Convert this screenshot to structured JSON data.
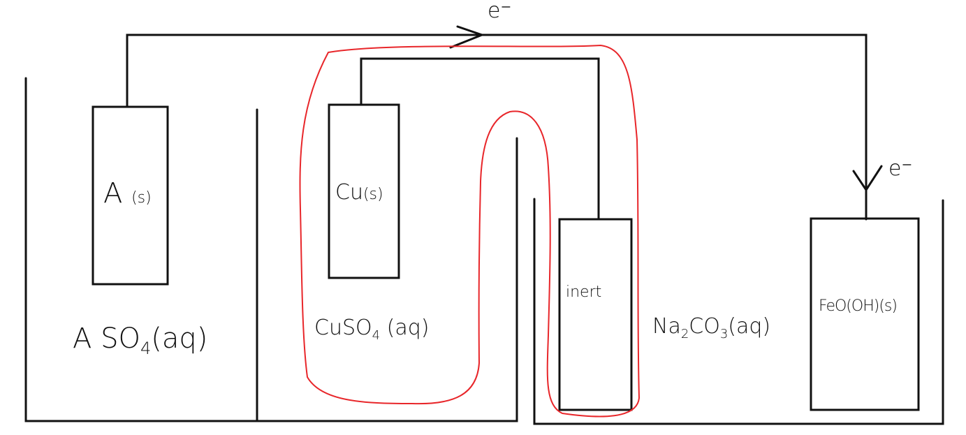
{
  "electron_label": "e⁻",
  "electrodes": {
    "a": {
      "name": "A",
      "state": "(s)"
    },
    "cu": {
      "name": "Cu",
      "state": "(s)"
    },
    "inert": {
      "name": "inert"
    },
    "feooh": {
      "name": "FeO(OH)(s)"
    }
  },
  "solutions": {
    "aso4": {
      "a": "A",
      "b": "SO",
      "sub": "4",
      "state": "(aq)"
    },
    "cuso4": {
      "a": "CuSO",
      "sub": "4",
      "state": "(aq)"
    },
    "na2co3": {
      "a": "Na",
      "sub1": "2",
      "b": "CO",
      "sub2": "3",
      "state": "(aq)"
    }
  },
  "colors": {
    "ink": "#111111",
    "highlight": "#e8262a"
  }
}
